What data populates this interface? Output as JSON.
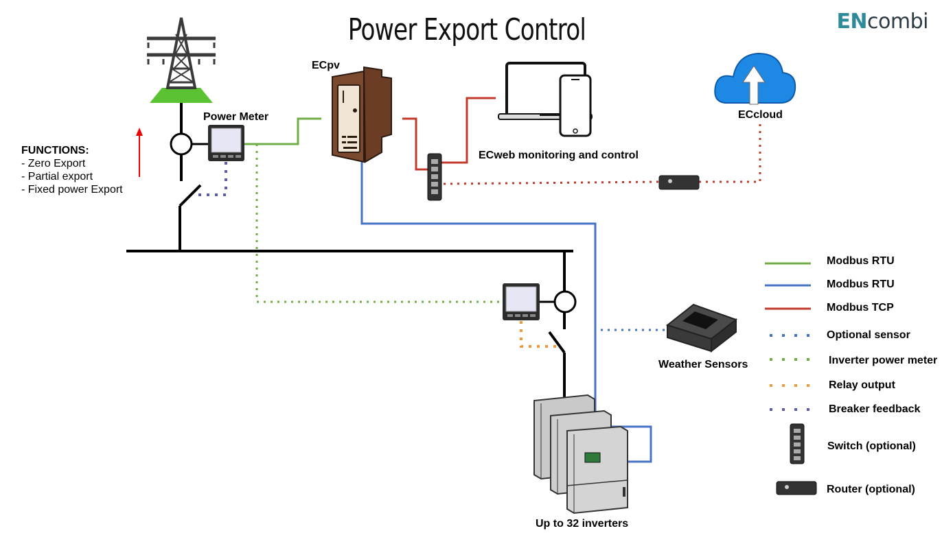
{
  "title": "Power Export Control",
  "logo": {
    "part1": "EN",
    "part2": "combi"
  },
  "functions": {
    "heading": "FUNCTIONS:",
    "items": [
      "- Zero Export",
      "- Partial export",
      "- Fixed power Export"
    ]
  },
  "labels": {
    "power_meter": "Power Meter",
    "ecpv": "ECpv",
    "ecweb": "ECweb monitoring and control",
    "eccloud": "ECcloud",
    "weather": "Weather Sensors",
    "inverters": "Up to 32 inverters"
  },
  "legend": [
    {
      "label": "Modbus RTU",
      "style": "solid",
      "color": "#70ad47"
    },
    {
      "label": "Modbus RTU",
      "style": "solid",
      "color": "#4472c4"
    },
    {
      "label": "Modbus TCP",
      "style": "solid",
      "color": "#c0392b"
    },
    {
      "label": "Optional sensor",
      "style": "dotted",
      "color": "#4472c4"
    },
    {
      "label": "Inverter power meter",
      "style": "dotted",
      "color": "#70ad47"
    },
    {
      "label": "Relay output",
      "style": "dotted",
      "color": "#ed9a3c"
    },
    {
      "label": "Breaker feedback",
      "style": "dotted",
      "color": "#5b5bb5"
    },
    {
      "label": "Switch (optional)",
      "style": "switch-icon",
      "color": "#333333"
    },
    {
      "label": "Router (optional)",
      "style": "router-icon",
      "color": "#333333"
    }
  ],
  "colors": {
    "green": "#70ad47",
    "blue": "#4472c4",
    "red": "#c0392b",
    "orange": "#ed9a3c",
    "purple": "#5b5bb5",
    "cloud": "#1e88e5"
  }
}
